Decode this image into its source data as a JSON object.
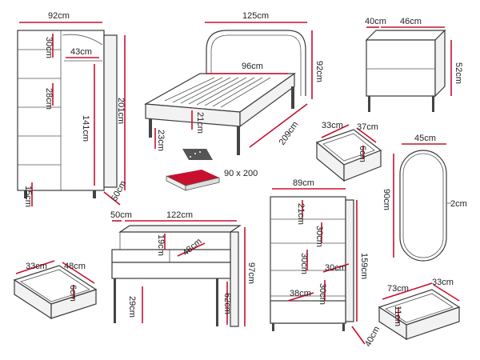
{
  "colors": {
    "accent": "#c8102e",
    "guide": "#8a8a8a",
    "outline": "#3a3a3a"
  },
  "wardrobe": {
    "width": "92cm",
    "shelf_gap": "30cm",
    "rail_width": "43cm",
    "compartment": "28cm",
    "hanging": "141cm",
    "height": "201cm",
    "plinth": "15cm",
    "depth": "50cm"
  },
  "bed": {
    "length": "125cm",
    "headboard_height": "92cm",
    "mattress_width": "96cm",
    "frame_height": "21cm",
    "leg_height": "23cm",
    "depth": "209cm",
    "mattress_size": "90 x 200"
  },
  "nightstand": {
    "depth": "40cm",
    "width": "46cm",
    "height": "52cm"
  },
  "nightstand_drawer": {
    "width": "33cm",
    "depth": "37cm",
    "height": "6cm"
  },
  "mirror": {
    "width": "45cm",
    "height": "90cm",
    "thickness": "2cm"
  },
  "desk": {
    "depth": "50cm",
    "width": "122cm",
    "shelf_height": "19cm",
    "drawer_width": "48cm",
    "height": "97cm",
    "knee_height": "29cm",
    "leg_height": "62cm"
  },
  "desk_drawer": {
    "width": "33cm",
    "depth": "48cm",
    "height": "6cm"
  },
  "bookcase": {
    "width": "89cm",
    "top_shelf": "21cm",
    "shelf_1": "30cm",
    "shelf_2": "30cm",
    "shelf_3": "30cm",
    "shelf_4": "30cm",
    "drawer_depth": "38cm",
    "height": "159cm",
    "depth": "40cm"
  },
  "bookcase_drawer": {
    "width": "73cm",
    "depth": "33cm",
    "height": "11cm"
  }
}
